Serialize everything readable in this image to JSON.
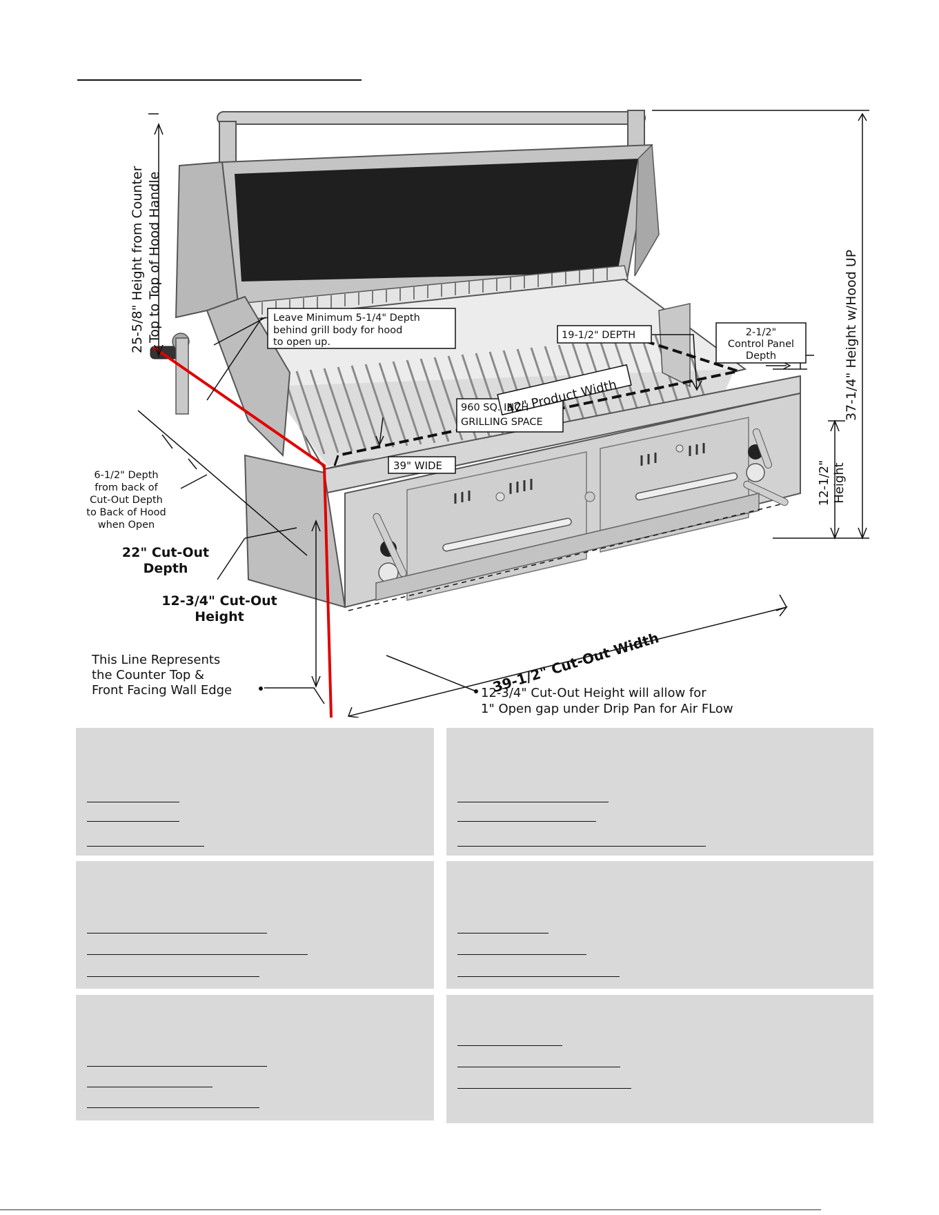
{
  "labels": {
    "height_hood": "25-5/8\" Height from Counter",
    "height_hood_2": "Top to Top of Hood Handle",
    "leave_min_1": "Leave Minimum 5-1/4\" Depth",
    "leave_min_2": "behind grill body for hood",
    "leave_min_3": "to open up.",
    "depth_19": "19-1/2\" DEPTH",
    "control_1": "2-1/2\"",
    "control_2": "Control Panel",
    "control_3": "Depth",
    "height_up": "37-1/4\" Height w/Hood UP",
    "grill_space_1": "960 SQ. INCH",
    "grill_space_2": "GRILLING SPACE",
    "wide_39": "39\" WIDE",
    "product_width": "42\" Product Width",
    "back_depth_1": "6-1/2\" Depth",
    "back_depth_2": "from back of",
    "back_depth_3": "Cut-Out Depth",
    "back_depth_4": "to Back of Hood",
    "back_depth_5": "when Open",
    "cutout_depth_1": "22\" Cut-Out",
    "cutout_depth_2": "Depth",
    "cutout_height_1": "12-3/4\" Cut-Out",
    "cutout_height_2": "Height",
    "height_12_1": "12-1/2\"",
    "height_12_2": "Height",
    "cutout_width": "39-1/2\" Cut-Out Width",
    "counter_1": "This Line Represents",
    "counter_2": "the Counter Top &",
    "counter_3": "Front Facing Wall Edge",
    "gap_1": "12-3/4\" Cut-Out Height will allow for",
    "gap_2": "1\" Open gap under Drip Pan for Air FLow"
  }
}
